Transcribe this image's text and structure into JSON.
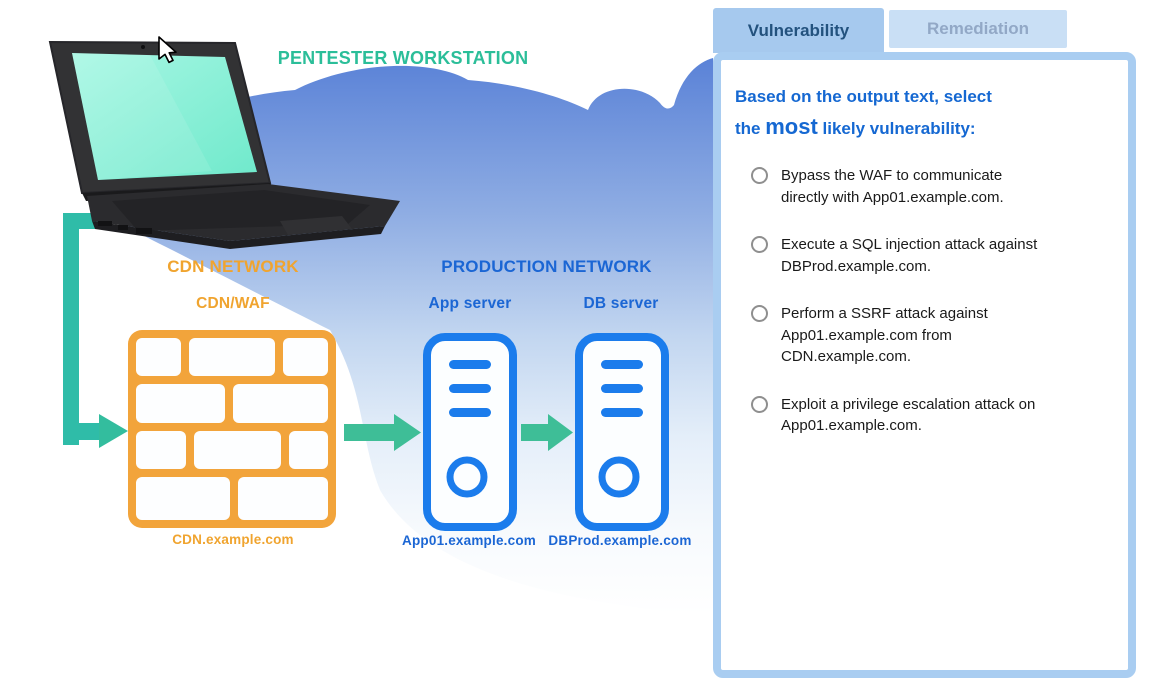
{
  "tabs": {
    "vulnerability_label": "Vulnerability",
    "remediation_label": "Remediation"
  },
  "panel": {
    "question": {
      "line1": "Based on the output text, select",
      "line2_pre": "the ",
      "line2_emphasis": "most",
      "line2_post": " likely vulnerability:"
    },
    "options": [
      {
        "label": "Bypass the WAF to communicate\ndirectly with App01.example.com."
      },
      {
        "label": "Execute a SQL injection attack against\nDBProd.example.com."
      },
      {
        "label": "Perform a SSRF attack against\nApp01.example.com from\nCDN.example.com."
      },
      {
        "label": "Exploit a privilege escalation attack on\nApp01.example.com."
      }
    ]
  },
  "diagram": {
    "workstation_label": "PENTESTER WORKSTATION",
    "cdn_network_label": "CDN NETWORK",
    "cdn_device_label": "CDN/WAF",
    "cdn_hostname": "CDN.example.com",
    "production_network_label": "PRODUCTION NETWORK",
    "app_server_label": "App server",
    "db_server_label": "DB server",
    "app_hostname": "App01.example.com",
    "db_hostname": "DBProd.example.com"
  },
  "icons": {
    "workstation": "laptop-icon",
    "cursor": "mouse-cursor-icon",
    "cdn_waf": "firewall-brick-icon",
    "app_server": "server-tower-icon",
    "db_server": "server-tower-icon",
    "flow": "arrow-right-icon"
  },
  "colors": {
    "teal_accent": "#2FBCA8",
    "arrow_green": "#3EBE97",
    "orange": "#F2A43B",
    "server_blue": "#1B7CEC",
    "label_blue": "#1B66D4",
    "question_blue": "#1568D2",
    "tab_active_bg": "#A6C9EE",
    "tab_active_text": "#23527E",
    "tab_inactive_bg": "#C9DFF5",
    "tab_inactive_text": "#92A8C6",
    "panel_border": "#A9CDF1",
    "cloud_top": "#5A82D7"
  }
}
